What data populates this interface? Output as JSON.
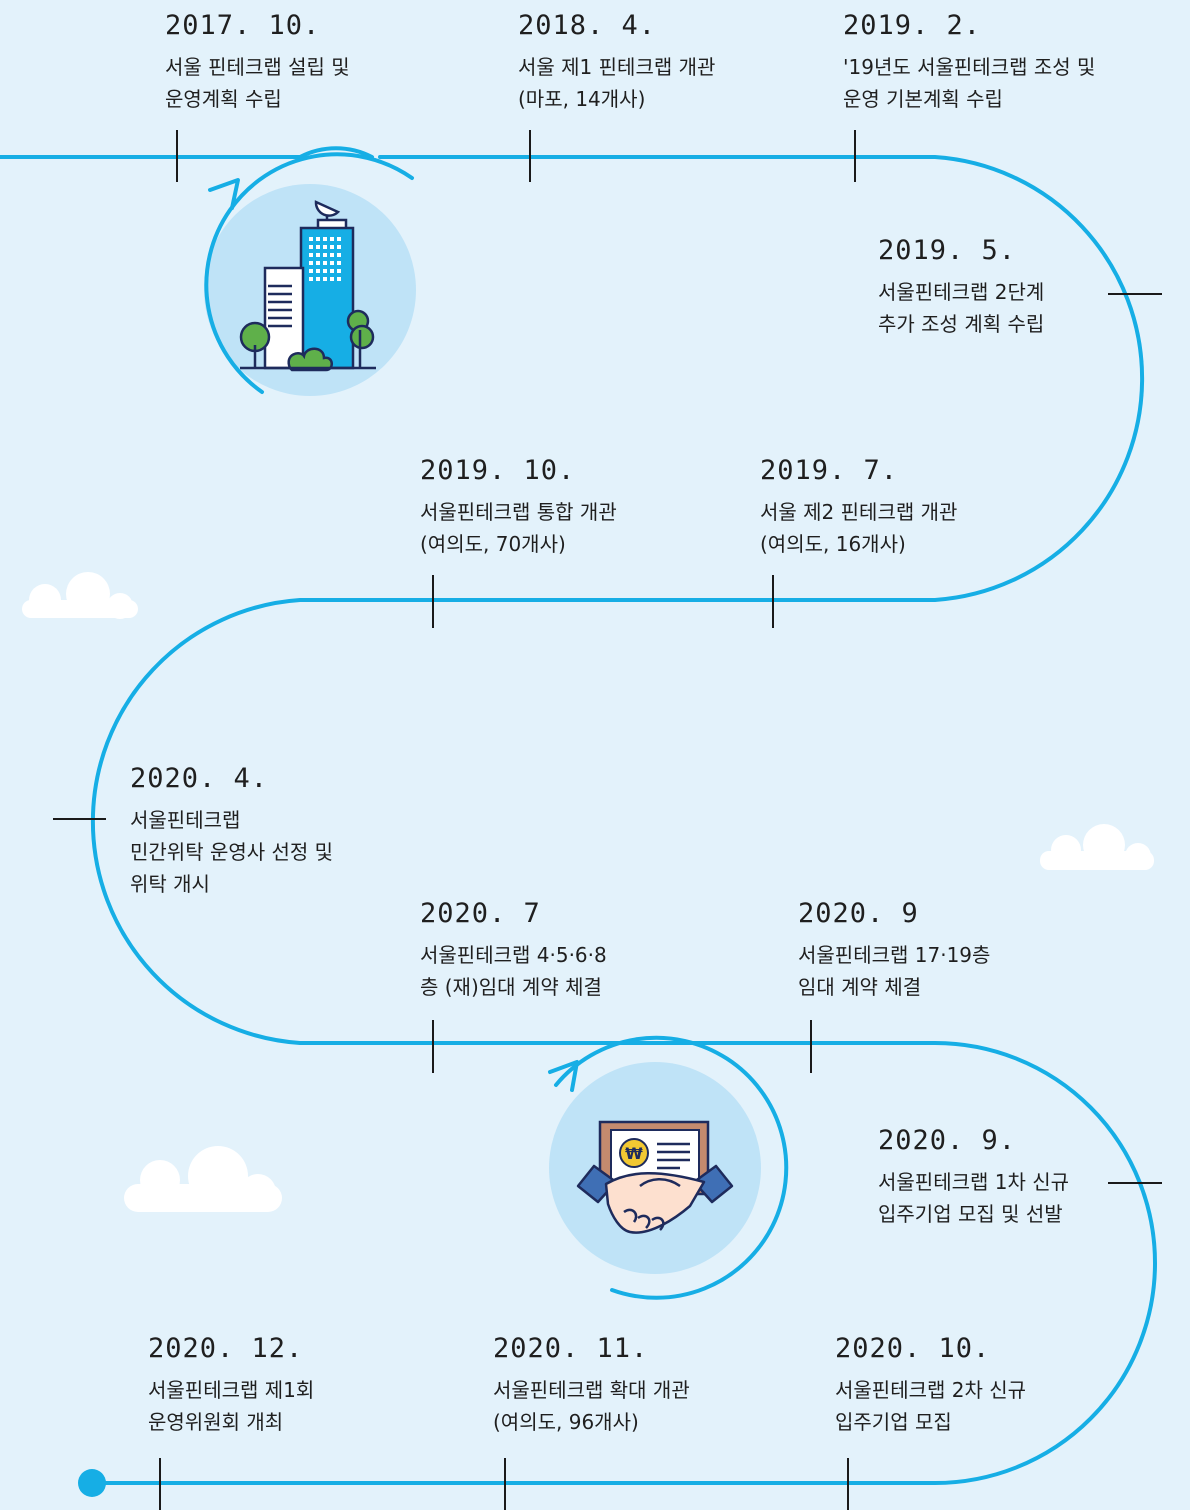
{
  "colors": {
    "background": "#e3f2fb",
    "timeline": "#16aee5",
    "tick": "#1a1a1a",
    "illustration_circle": "#bfe3f7",
    "cloud": "#ffffff"
  },
  "icons": [
    "arrow-icon",
    "building-icon",
    "handshake-icon",
    "won-coin-icon",
    "cloud-icon",
    "dot-icon"
  ],
  "timeline": [
    {
      "date": "2017. 10.",
      "lines": [
        "서울 핀테크랩 설립 및",
        "운영계획 수립"
      ]
    },
    {
      "date": "2018. 4.",
      "lines": [
        "서울 제1 핀테크랩 개관",
        "(마포, 14개사)"
      ]
    },
    {
      "date": "2019. 2.",
      "lines": [
        "'19년도 서울핀테크랩 조성 및",
        "운영 기본계획 수립"
      ]
    },
    {
      "date": "2019. 5.",
      "lines": [
        "서울핀테크랩 2단계",
        "추가 조성 계획 수립"
      ]
    },
    {
      "date": "2019. 7.",
      "lines": [
        "서울 제2 핀테크랩 개관",
        "(여의도, 16개사)"
      ]
    },
    {
      "date": "2019. 10.",
      "lines": [
        "서울핀테크랩 통합 개관",
        "(여의도, 70개사)"
      ]
    },
    {
      "date": "2020. 4.",
      "lines": [
        "서울핀테크랩",
        "민간위탁 운영사 선정 및",
        "위탁 개시"
      ]
    },
    {
      "date": "2020. 7",
      "lines": [
        "서울핀테크랩 4·5·6·8",
        "층 (재)임대 계약 체결"
      ]
    },
    {
      "date": "2020. 9",
      "lines": [
        "서울핀테크랩 17·19층",
        "임대 계약 체결"
      ]
    },
    {
      "date": "2020. 9.",
      "lines": [
        "서울핀테크랩 1차 신규",
        "입주기업 모집 및 선발"
      ]
    },
    {
      "date": "2020. 10.",
      "lines": [
        "서울핀테크랩 2차 신규",
        "입주기업 모집"
      ]
    },
    {
      "date": "2020. 11.",
      "lines": [
        "서울핀테크랩 확대 개관",
        "(여의도, 96개사)"
      ]
    },
    {
      "date": "2020. 12.",
      "lines": [
        "서울핀테크랩 제1회",
        "운영위원회 개최"
      ]
    }
  ]
}
